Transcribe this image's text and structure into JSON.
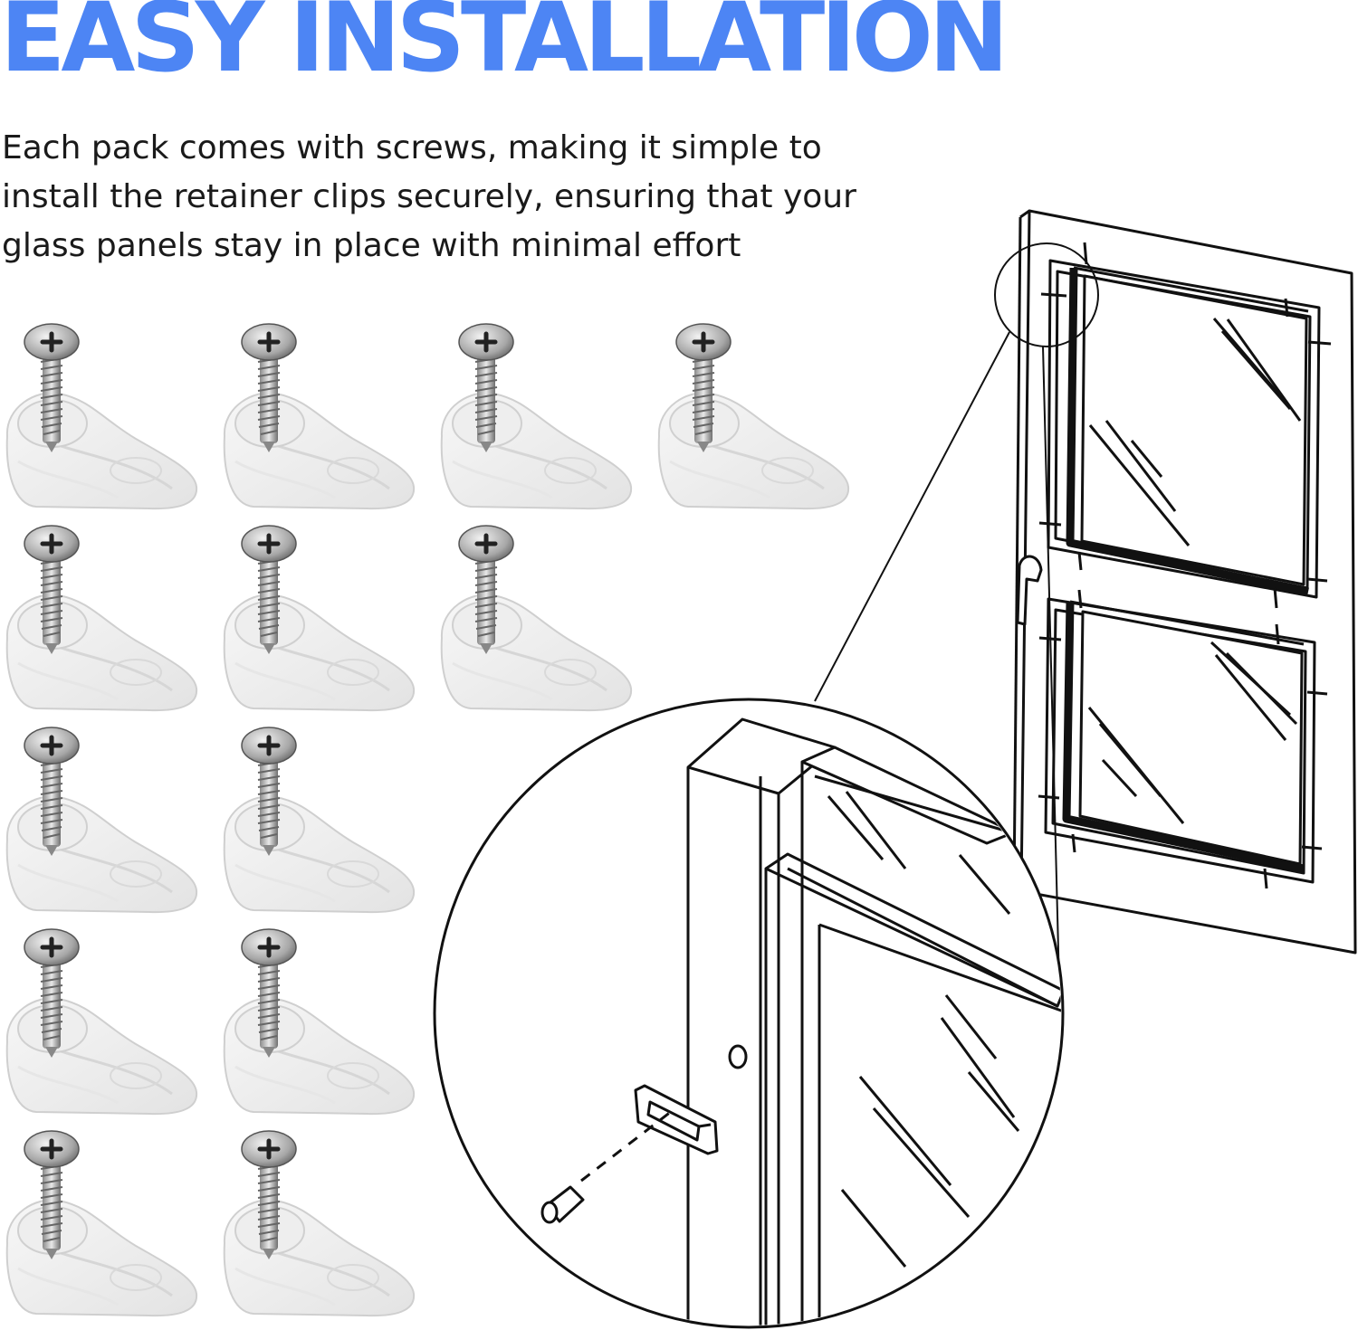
{
  "title": "EASY INSTALLATION",
  "description": "Each pack comes with screws, making it simple to install the retainer clips securely, ensuring that your glass panels stay in place with minimal effort",
  "colors": {
    "title": "#4d85f4",
    "text": "#1a1a1a",
    "line_art": "#111111"
  },
  "clips": {
    "count": 13,
    "icon": "screw-and-clear-retainer-clip"
  },
  "illustration": {
    "icon": "door-with-two-glass-panels-and-zoomed-clip-detail"
  }
}
